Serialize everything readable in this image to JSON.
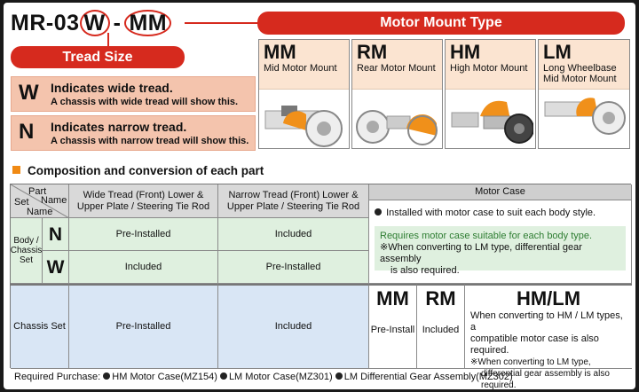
{
  "header": {
    "model_prefix": "MR-03",
    "tread_code": "W",
    "dash": "-",
    "mount_code": "MM",
    "motor_mount_label": "Motor Mount Type",
    "tread_size_label": "Tread Size"
  },
  "tread_options": [
    {
      "letter": "W",
      "title": "Indicates wide tread.",
      "desc": "A chassis with wide tread will show this."
    },
    {
      "letter": "N",
      "title": "Indicates narrow tread.",
      "desc": "A chassis with narrow tread will show this."
    }
  ],
  "motor_mounts": [
    {
      "code": "MM",
      "name": "Mid Motor Mount",
      "name2": ""
    },
    {
      "code": "RM",
      "name": "Rear Motor Mount",
      "name2": ""
    },
    {
      "code": "HM",
      "name": "High Motor Mount",
      "name2": ""
    },
    {
      "code": "LM",
      "name": "Long Wheelbase",
      "name2": "Mid Motor Mount"
    }
  ],
  "section_title": "Composition and conversion of each part",
  "table": {
    "corner_part": "Part",
    "corner_name": "Name",
    "corner_set": "Set",
    "corner_name2": "Name",
    "col1_header": "Wide Tread (Front) Lower & Upper Plate / Steering Tie Rod",
    "col2_header": "Narrow Tread (Front) Lower & Upper Plate / Steering Tie Rod",
    "col3_header": "Motor Case",
    "row_group_label": "Body / Chassis Set",
    "row_n_letter": "N",
    "row_w_letter": "W",
    "n_col1": "Pre-Installed",
    "n_col2": "Included",
    "w_col1": "Included",
    "w_col2": "Pre-Installed",
    "motor_case_note": "Installed with motor case to suit each body style.",
    "green_note_1": "Requires motor case suitable for each body type.",
    "green_note_2": "※When converting to LM type, differential gear assembly",
    "green_note_3": "is also required.",
    "chassis_set_label": "Chassis Set",
    "cs_col1": "Pre-Installed",
    "cs_col2": "Included",
    "cs_mm_code": "MM",
    "cs_mm_value": "Pre-Install",
    "cs_rm_code": "RM",
    "cs_rm_value": "Included",
    "cs_hmlm_code": "HM/LM",
    "cs_hmlm_text_1": "When converting to HM / LM types, a",
    "cs_hmlm_text_2": "compatible motor case is also",
    "cs_hmlm_text_3": "required.",
    "cs_hmlm_text_4": "※When converting to LM type,",
    "cs_hmlm_text_5": "differential gear assembly is also required."
  },
  "footer": {
    "label": "Required Purchase:",
    "items": [
      "HM Motor Case(MZ154)",
      "LM Motor Case(MZ301)",
      "LM Differential Gear Assembly(MZ302)"
    ]
  },
  "colors": {
    "accent_red": "#d62a1e",
    "tread_box": "#f4c4ad",
    "motor_head": "#fbe4d1",
    "green_cell": "#dff0df",
    "blue_cell": "#d9e6f5",
    "orange_square": "#f08a14"
  },
  "icons": [
    "chassis-illustration-mm",
    "chassis-illustration-rm",
    "chassis-illustration-hm",
    "chassis-illustration-lm"
  ]
}
